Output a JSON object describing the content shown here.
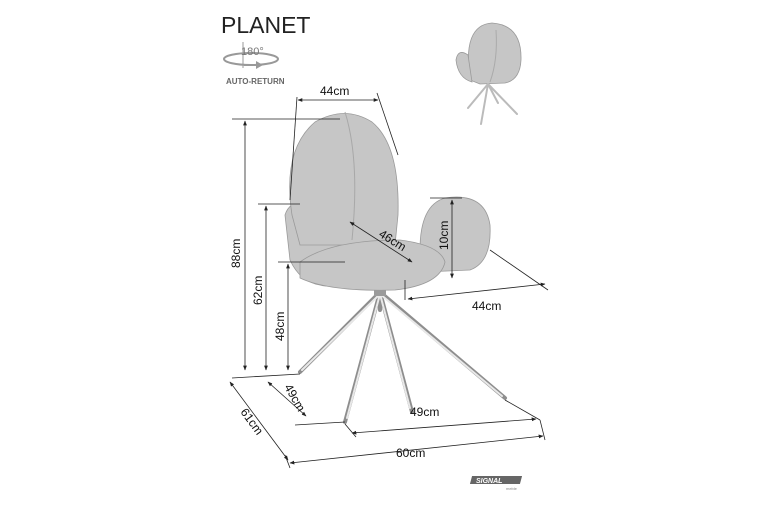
{
  "title": "PLANET",
  "rotation": {
    "angle": "180°",
    "label": "AUTO-RETURN"
  },
  "dimensions": {
    "back_width": "44cm",
    "total_height": "88cm",
    "armrest_height": "62cm",
    "seat_height": "48cm",
    "seat_depth_diag": "46cm",
    "armrest_above_seat": "10cm",
    "seat_width": "44cm",
    "base_depth": "49cm",
    "base_width": "49cm",
    "total_depth": "61cm",
    "total_width": "60cm"
  },
  "logo": {
    "brand": "SIGNAL",
    "sub": "meble"
  },
  "colors": {
    "upholstery": "#c6c6c6",
    "legs": "#8e8e8e",
    "lines": "#222222"
  }
}
